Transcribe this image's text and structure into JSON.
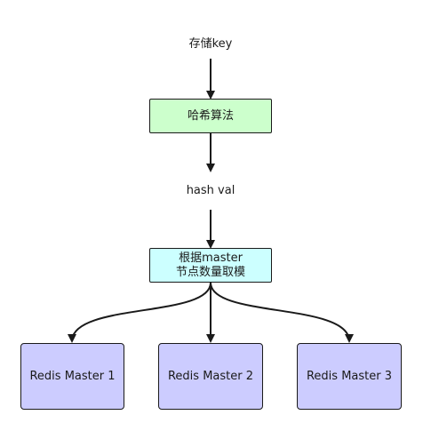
{
  "nodes": {
    "store_key": "存储key",
    "hash_algo": "哈希算法",
    "hash_val": "hash val",
    "mod_line1": "根据master",
    "mod_line2": "节点数量取模"
  },
  "masters": [
    "Redis Master 1",
    "Redis Master 2",
    "Redis Master 3"
  ],
  "colors": {
    "hash_box": "#ccffcc",
    "mod_box": "#ccffff",
    "master_box": "#ccccff",
    "stroke": "#1a1a1a"
  }
}
